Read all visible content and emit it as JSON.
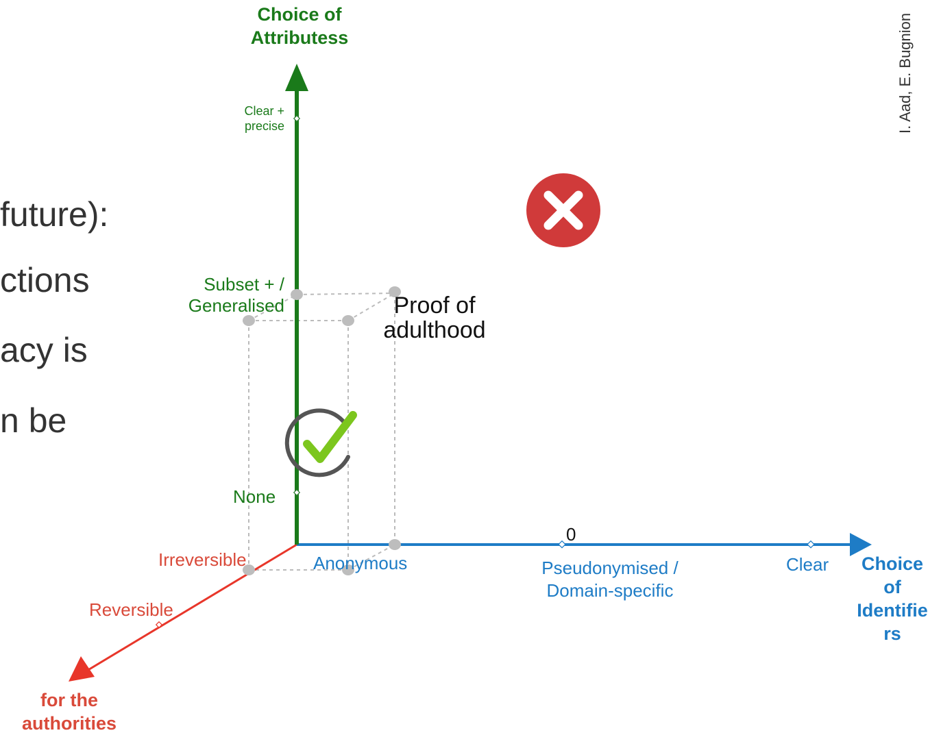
{
  "background_text": {
    "line1": " future):",
    "line2": "ctions",
    "line3": "acy is",
    "line4": "n be"
  },
  "credit": "I. Aad, E. Bugnion",
  "y_axis": {
    "title_line1": "Choice of",
    "title_line2": "Attributess",
    "color": "#1a7a1a",
    "ticks": {
      "clear_precise_line1": "Clear +",
      "clear_precise_line2": "precise",
      "subset_line1": "Subset + /",
      "subset_line2": "Generalised",
      "none": "None"
    }
  },
  "x_axis": {
    "title_lines": [
      "Choice",
      "of",
      "Identifie",
      "rs"
    ],
    "color": "#1e7cc6",
    "ticks": {
      "anonymous": "Anonymous",
      "pseudonymised_line1": "Pseudonymised /",
      "pseudonymised_line2": "Domain-specific",
      "clear": "Clear"
    },
    "zero_label": "0"
  },
  "z_axis": {
    "title_line1": "for the",
    "title_line2": "authorities",
    "color": "#d94a3a",
    "ticks": {
      "irreversible": "Irreversible",
      "reversible": "Reversible"
    }
  },
  "annotation": {
    "line1": "Proof of",
    "line2": "adulthood"
  },
  "icons": {
    "reject": {
      "name": "reject-x-icon",
      "color": "#d03a3a"
    },
    "accept": {
      "name": "check-icon",
      "color": "#7cc61e",
      "ring_color": "#555555"
    }
  }
}
